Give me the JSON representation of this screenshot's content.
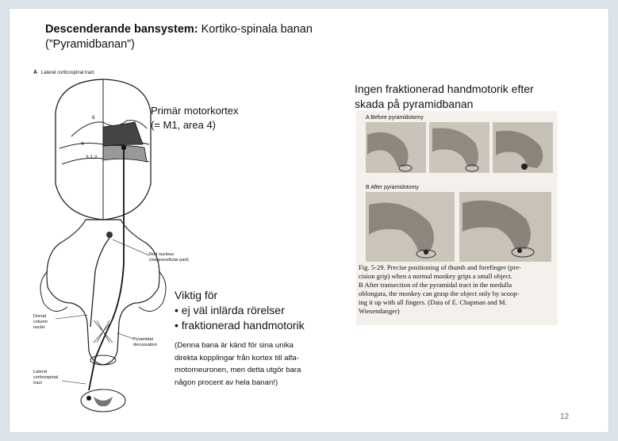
{
  "slide": {
    "title_bold": "Descenderande bansystem:",
    "title_rest": " Kortiko-spinala banan",
    "title_line2": "(”Pyramidbanan”)",
    "page_number": "12"
  },
  "left_figure": {
    "panel_letter": "A",
    "panel_title": "Lateral corticospinal tract",
    "cortex_labels": [
      "6",
      "4",
      "3,1,2"
    ],
    "red_nucleus_line1": "Red nucleus",
    "red_nucleus_line2": "(magnocellular part)",
    "dorsal_column": [
      "Dorsal",
      "column",
      "nuclei"
    ],
    "pyramidal_decussation": [
      "Pyramidal",
      "decussation"
    ],
    "lateral_tract": [
      "Lateral",
      "corticospinal",
      "tract"
    ]
  },
  "motor_cortex": {
    "line1": "Primär motorkortex",
    "line2": "(= M1, area 4)"
  },
  "important": {
    "heading": "Viktig för",
    "bullets": [
      "• ej väl inlärda rörelser",
      "• fraktionerad handmotorik"
    ]
  },
  "note": {
    "lines": [
      "(Denna bana är känd för sina unika",
      "direkta kopplingar från kortex till alfa-",
      "motorneuronen, men detta utgör bara",
      "någon procent av hela banan!)"
    ]
  },
  "right": {
    "title_line1": "Ingen fraktionerad handmotorik efter",
    "title_line2": "skada på pyramidbanan",
    "label_a": "A  Before pyramidotomy",
    "label_b": "B  After pyramidotomy",
    "caption_lines": [
      "Fig. 5-29. Precise positioning of thumb and forefinger (pre-",
      "cision grip) when a normal monkey grips a small object.",
      "B After transection of the pyramidal tract in the medulla",
      "oblongata, the monkey can grasp the object only by scoop-",
      "ing it up with all fingers. (Data of E. Chapman and M.",
      "Wiesendanger)"
    ]
  }
}
